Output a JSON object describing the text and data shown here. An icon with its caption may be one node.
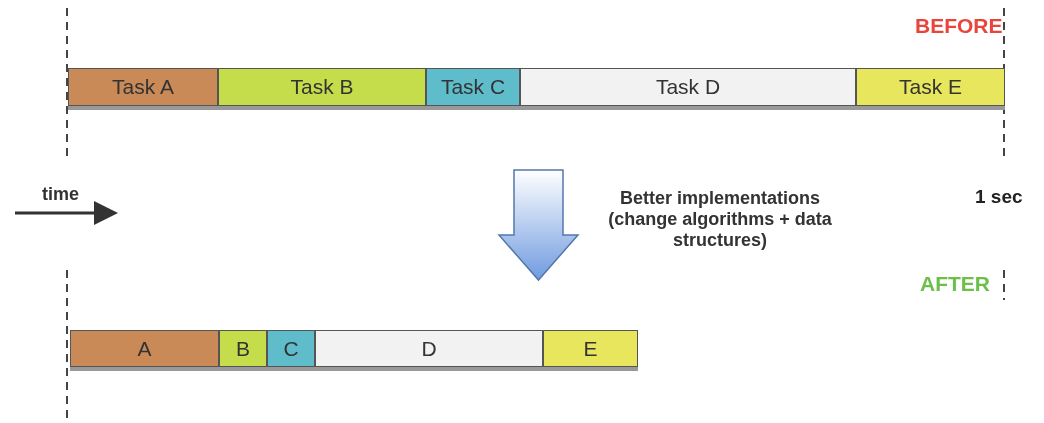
{
  "diagram": {
    "nodes": [
      {
        "text": [
          "Task A"
        ]
      },
      {
        "text": [
          "Task B"
        ]
      },
      {
        "text": [
          "Task C"
        ]
      },
      {
        "text": [
          "Task D"
        ]
      },
      {
        "text": [
          "Task E"
        ]
      },
      {
        "text": [
          "A"
        ]
      },
      {
        "text": [
          "B"
        ]
      },
      {
        "text": [
          "C"
        ]
      },
      {
        "text": [
          "D"
        ]
      },
      {
        "text": [
          "E"
        ]
      }
    ],
    "edges": [],
    "labels": [
      "BEFORE",
      "time",
      "Better implementations (change algorithms + data structures)",
      "1 sec",
      "AFTER"
    ]
  }
}
